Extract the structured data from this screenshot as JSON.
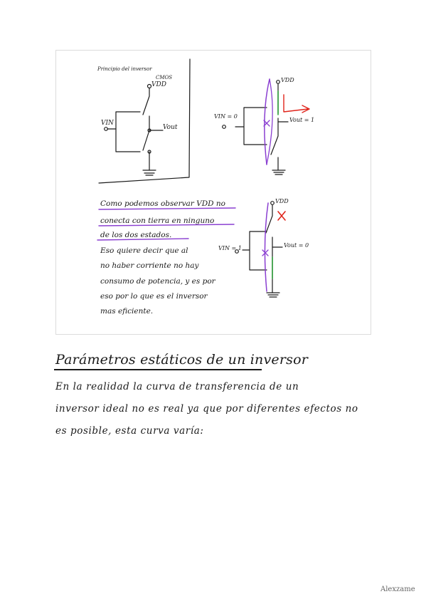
{
  "figure": {
    "left_title": [
      "Principio del inversor",
      "CMOS"
    ],
    "vdd": "VDD",
    "vin": "VIN",
    "vout": "Vout",
    "top_right": {
      "vdd": "VDD",
      "vin": "VIN = 0",
      "vout": "Vout = 1"
    },
    "bottom_right": {
      "vdd": "VDD",
      "vin": "VIN = 1",
      "vout": "Vout = 0"
    },
    "explanation_lines": [
      "Como podemos observar VDD no",
      "conecta con tierra en ninguno",
      "de los dos estados.",
      "Eso quiere decir que al",
      "no haber corriente no hay",
      "consumo de potencia, y es por",
      "eso por lo que es el inversor",
      "mas eficiente."
    ],
    "colors": {
      "ink": "#1a1a1a",
      "purple": "#8a3fd1",
      "green": "#2e9e3a",
      "red": "#e0241b"
    }
  },
  "section": {
    "title": "Parámetros estáticos de un inversor",
    "lines": [
      "En la realidad la curva de transferencia de un",
      "inversor ideal no es real ya que por diferentes efectos no",
      "es posible, esta curva varía:"
    ]
  },
  "footer": {
    "watermark": "Alexzame"
  }
}
